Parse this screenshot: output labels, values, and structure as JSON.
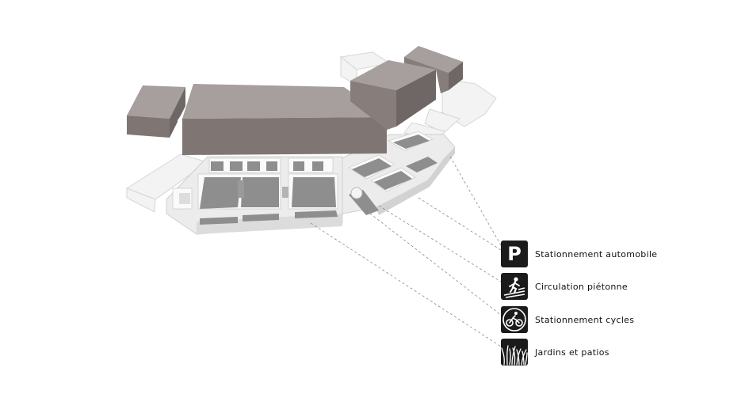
{
  "legend": {
    "items": [
      {
        "id": "parking",
        "label": "Stationnement automobile",
        "icon": "parking-icon",
        "icon_text": "P"
      },
      {
        "id": "pedestrian",
        "label": "Circulation piétonne",
        "icon": "pedestrian-crossing-icon"
      },
      {
        "id": "cycles",
        "label": "Stationnement cycles",
        "icon": "bicycle-icon"
      },
      {
        "id": "gardens",
        "label": "Jardins et patios",
        "icon": "grass-icon"
      }
    ]
  },
  "colors": {
    "volume_top": "#a69f9d",
    "volume_side": "#7f7674",
    "ground": "#e7e7e7",
    "wall": "#f7f7f7",
    "dark_floor": "#8e8e8e",
    "leader": "#8a8a8a",
    "icon_bg": "#1b1b1b"
  }
}
